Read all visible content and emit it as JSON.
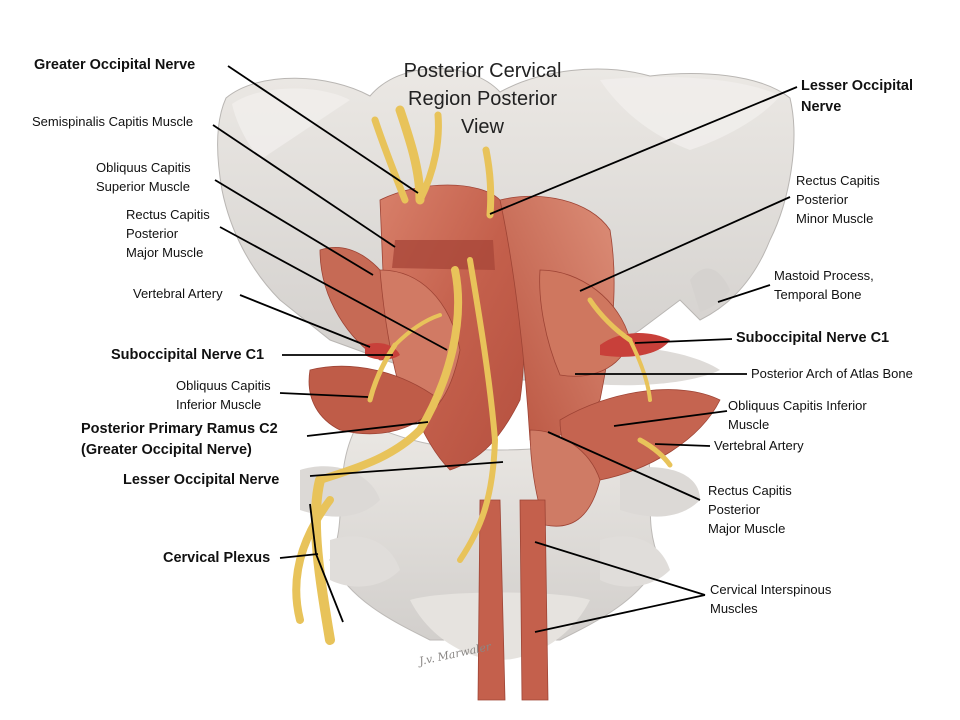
{
  "title": "Posterior Cervical\nRegion Posterior\nView",
  "labels_left": {
    "greater_occipital_nerve": "Greater Occipital Nerve",
    "semispinalis_capitis_muscle": "Semispinalis Capitis Muscle",
    "obliquus_capitis_superior_muscle": "Obliquus Capitis\nSuperior Muscle",
    "rectus_capitis_posterior_major_muscle": "Rectus Capitis\nPosterior\nMajor Muscle",
    "vertebral_artery": "Vertebral Artery",
    "suboccipital_nerve_c1": "Suboccipital Nerve C1",
    "obliquus_capitis_inferior_muscle": "Obliquus Capitis\nInferior Muscle",
    "posterior_primary_ramus_c2": "Posterior Primary Ramus C2\n(Greater Occipital Nerve)",
    "lesser_occipital_nerve": "Lesser Occipital Nerve",
    "cervical_plexus": "Cervical Plexus"
  },
  "labels_right": {
    "lesser_occipital_nerve": "Lesser Occipital\nNerve",
    "rectus_capitis_posterior_minor_muscle": "Rectus Capitis\nPosterior\nMinor Muscle",
    "mastoid_process": "Mastoid Process,\nTemporal Bone",
    "suboccipital_nerve_c1": "Suboccipital Nerve C1",
    "posterior_arch_of_atlas_bone": "Posterior Arch of Atlas Bone",
    "obliquus_capitis_inferior_muscle": "Obliquus Capitis Inferior\nMuscle",
    "vertebral_artery": "Vertebral Artery",
    "rectus_capitis_posterior_major_muscle": "Rectus Capitis\nPosterior\nMajor Muscle",
    "cervical_interspinous_muscles": "Cervical Interspinous\nMuscles"
  },
  "signature": "J.v. Marwaler",
  "colors": {
    "bone": "#e6e3de",
    "bone_shadow": "#c9c6c3",
    "muscle": "#c96450",
    "muscle_light": "#e3a08c",
    "nerve": "#e8c35a",
    "artery": "#c8403a",
    "leader": "#000000"
  }
}
